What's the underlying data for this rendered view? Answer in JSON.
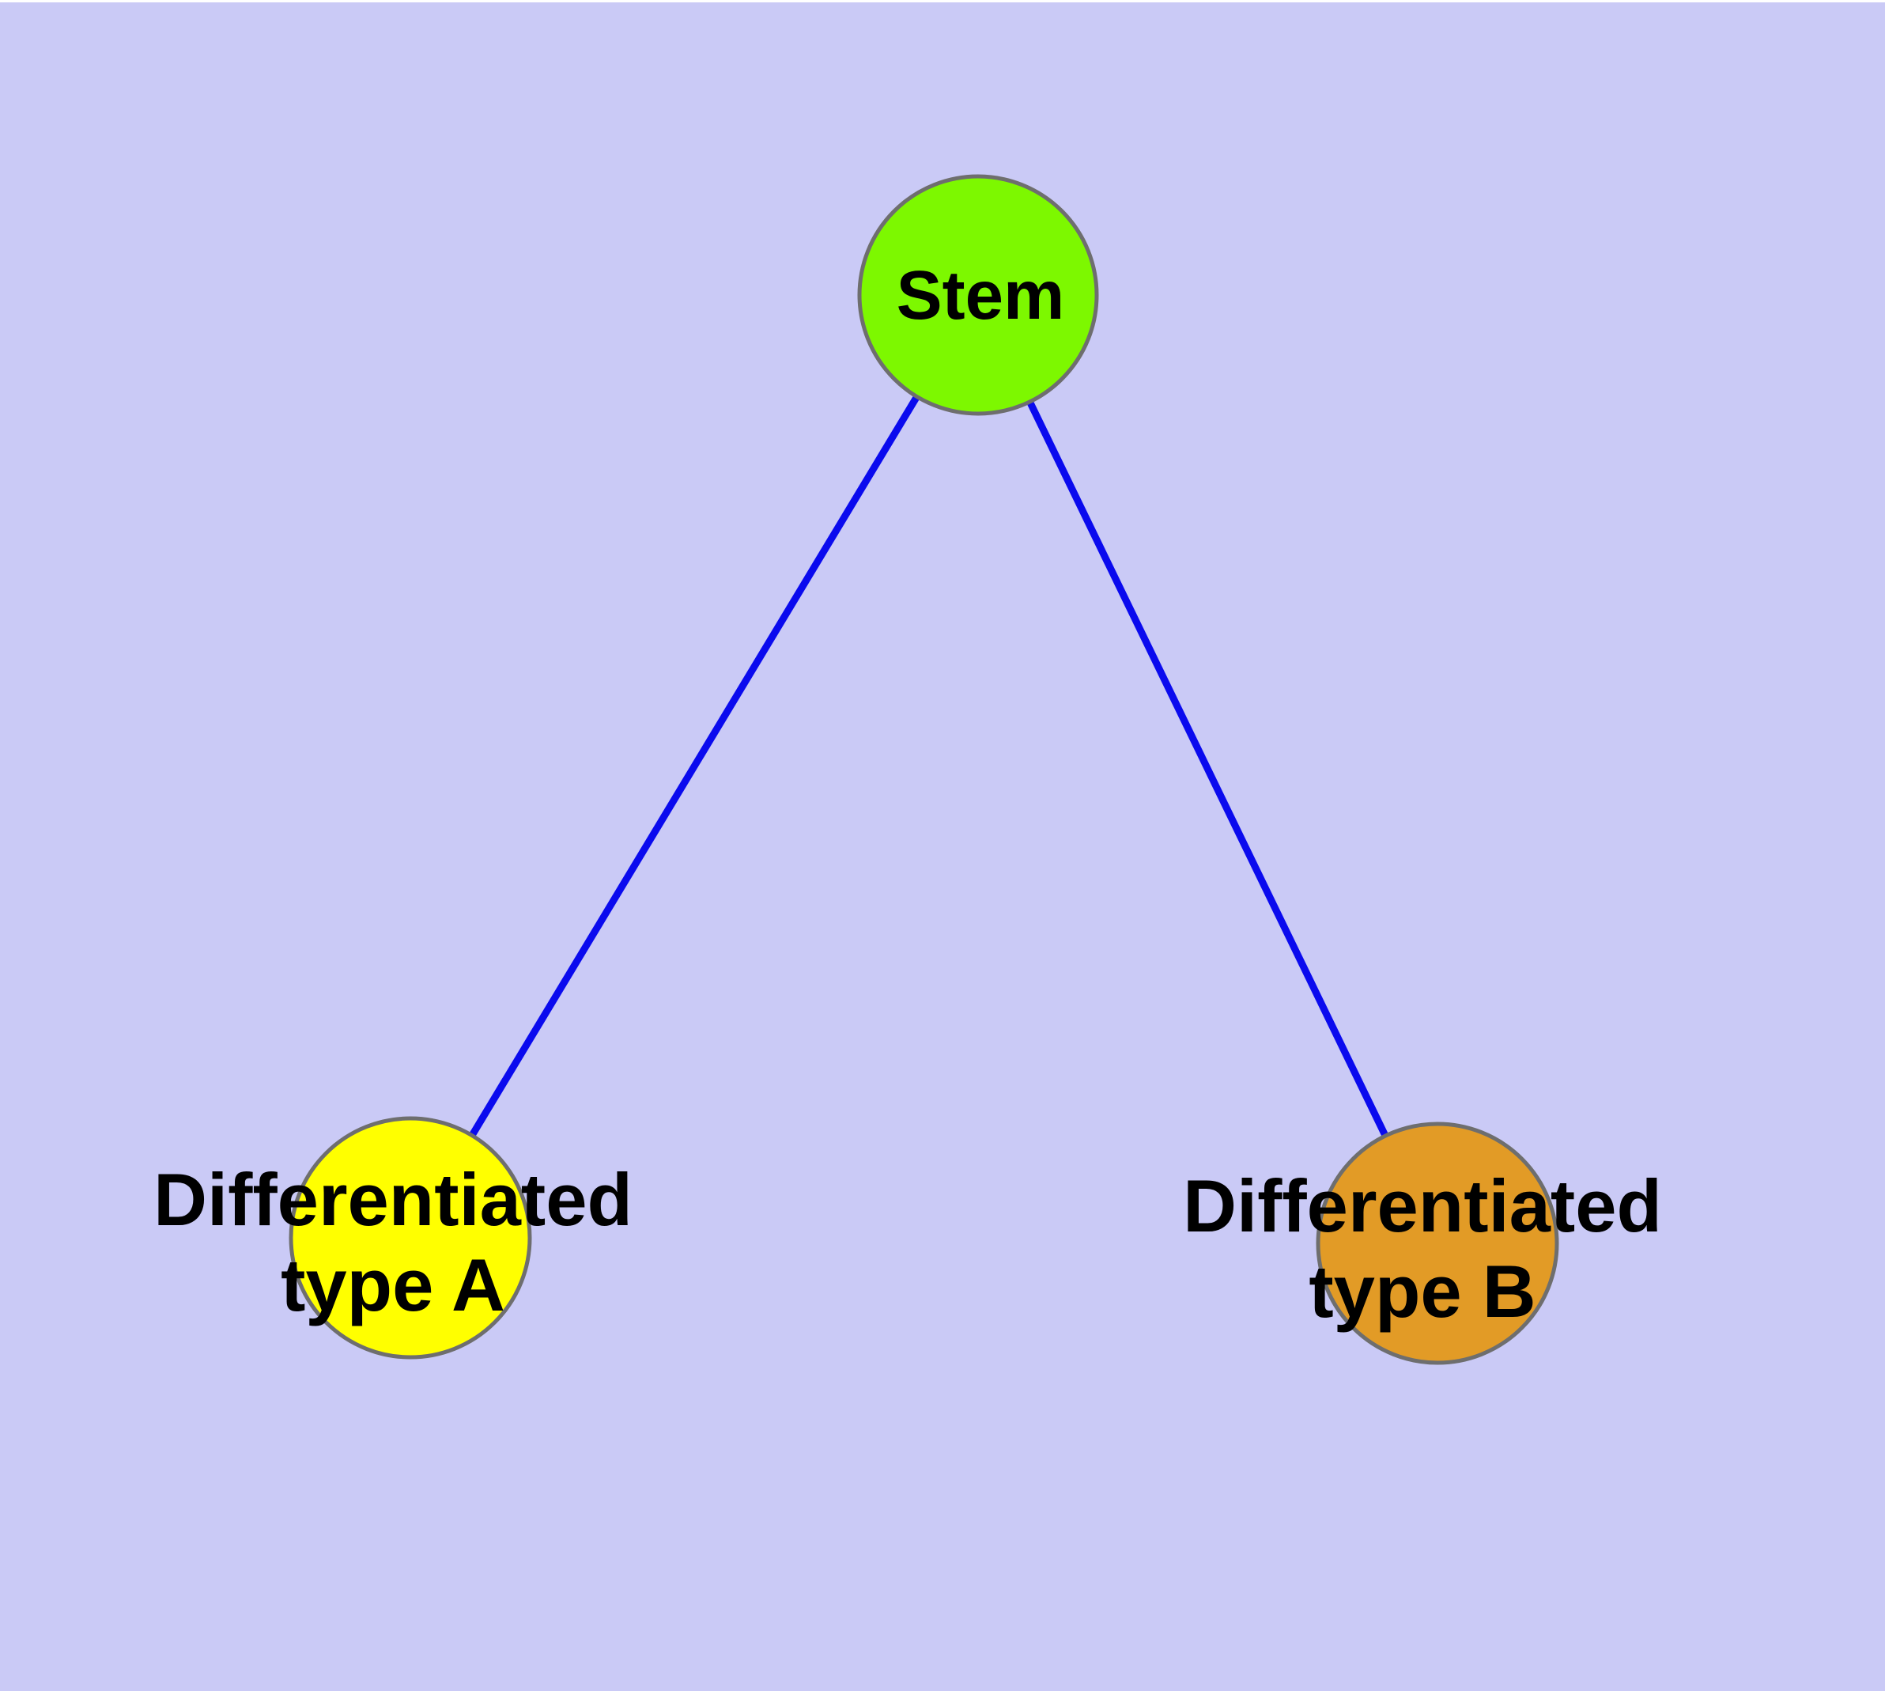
{
  "diagram": {
    "background_color": "#CACAF6",
    "frame_top_color": "#FFFFFF",
    "edge_color": "#0A0AEE",
    "node_border_color": "#6E6E6E",
    "nodes": [
      {
        "id": "stem",
        "label": "Stem",
        "fill": "#7DF800"
      },
      {
        "id": "differentiated-type-a",
        "label": "Differentiated type A",
        "lines": [
          "Differentiated",
          "type A"
        ],
        "fill": "#FFFF00"
      },
      {
        "id": "differentiated-type-b",
        "label": "Differentiated type B",
        "lines": [
          "Differentiated",
          "type B"
        ],
        "fill": "#E29B26"
      }
    ],
    "edges": [
      {
        "from": "Stem",
        "to": "Differentiated type A"
      },
      {
        "from": "Stem",
        "to": "Differentiated type B"
      }
    ]
  }
}
